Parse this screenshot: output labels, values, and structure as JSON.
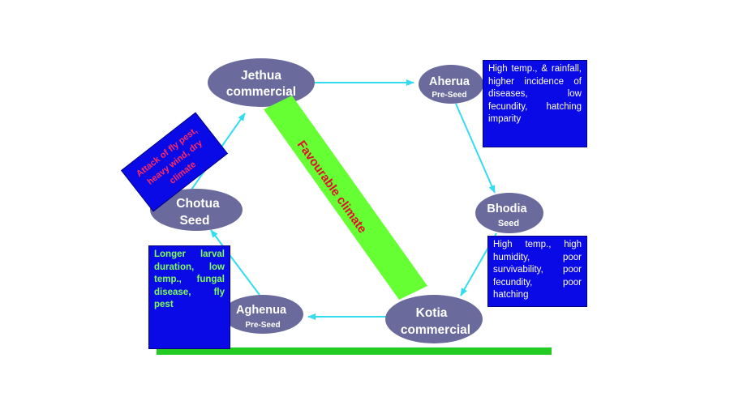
{
  "nodes": {
    "jethua": {
      "name": "Jethua",
      "sub": "commercial"
    },
    "aherua": {
      "name": "Aherua",
      "sub": "Pre-Seed"
    },
    "bhodia": {
      "name": "Bhodia",
      "sub": "Seed"
    },
    "kotia": {
      "name": "Kotia",
      "sub": "commercial"
    },
    "aghenua": {
      "name": "Aghenua",
      "sub": "Pre-Seed"
    },
    "chotua": {
      "name": "Chotua",
      "sub": "Seed"
    }
  },
  "boxes": {
    "aherua_conditions": "High temp., & rainfall, higher incidence of diseases, low fecundity, hatching imparity",
    "bhodia_conditions": "High temp., high humidity, poor survivability, poor fecundity, poor hatching",
    "aghenua_conditions": "Longer larval duration, low temp., fungal disease, fly pest",
    "chotua_conditions_lines": [
      "Attack of fly pest,",
      "heavy wind, dry",
      "climate"
    ]
  },
  "bar": {
    "label": "Favourable climate"
  },
  "colors": {
    "node_fill": "#6a6a9c",
    "arrow": "#33dcee",
    "box_fill": "#0a0ae6",
    "bar_fill": "#66ff33",
    "base_line": "#22cc22"
  }
}
